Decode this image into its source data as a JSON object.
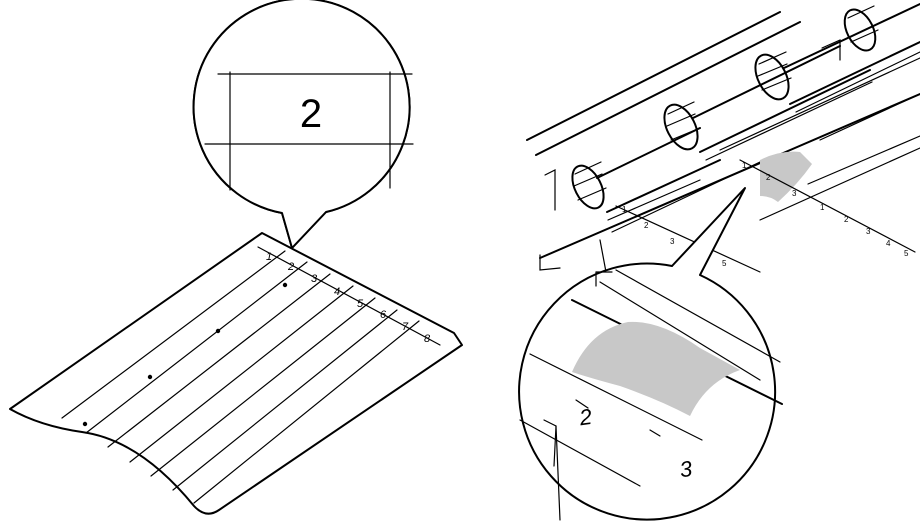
{
  "colors": {
    "ink": "#000000",
    "paper": "#ffffff",
    "mark": "#c8c8c8"
  },
  "paper": {
    "column_numbers": [
      "1",
      "2",
      "3",
      "4",
      "5",
      "6",
      "7",
      "8"
    ]
  },
  "left_callout": {
    "number": "2"
  },
  "drum": {
    "scale_numbers": [
      "1",
      "2",
      "3",
      "4",
      "5",
      "1",
      "2",
      "3",
      "1",
      "2",
      "3",
      "4",
      "5"
    ]
  },
  "right_callout": {
    "numbers": [
      "2",
      "3"
    ]
  }
}
